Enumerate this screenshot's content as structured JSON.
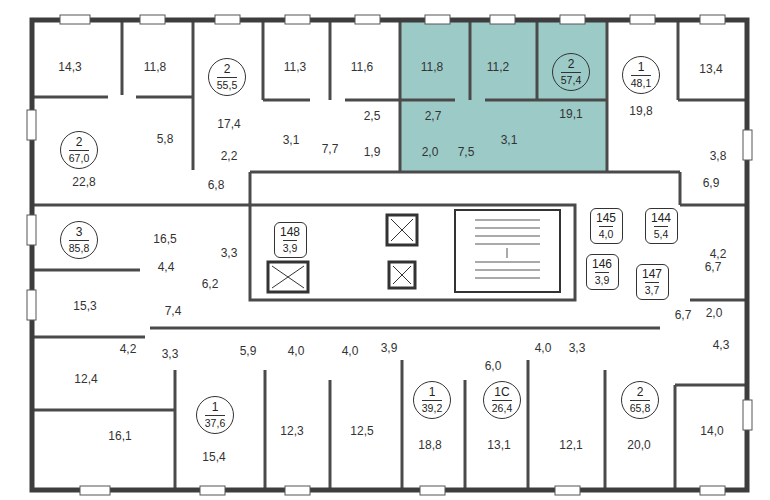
{
  "diagram": {
    "nodes": [
      {
        "text": [
          "2",
          "55,5"
        ]
      },
      {
        "text": [
          "2",
          "57,4"
        ]
      },
      {
        "text": [
          "1",
          "48,1"
        ]
      },
      {
        "text": [
          "2",
          "67,0"
        ]
      },
      {
        "text": [
          "148",
          "3,9"
        ]
      },
      {
        "text": [
          "145",
          "4,0"
        ]
      },
      {
        "text": [
          "144",
          "5,4"
        ]
      },
      {
        "text": [
          "3",
          "85,8"
        ]
      },
      {
        "text": [
          "146",
          "3,9"
        ]
      },
      {
        "text": [
          "147",
          "3,7"
        ]
      },
      {
        "text": [
          "1",
          "37,6"
        ]
      },
      {
        "text": [
          "1",
          "39,2"
        ]
      },
      {
        "text": [
          "1С",
          "26,4"
        ]
      },
      {
        "text": [
          "2",
          "65,8"
        ]
      }
    ],
    "labels": [
      "14,3",
      "11,8",
      "11,3",
      "11,6",
      "11,8",
      "11,2",
      "13,4",
      "17,4",
      "2,5",
      "2,7",
      "19,1",
      "19,8",
      "5,8",
      "3,1",
      "7,7",
      "1,9",
      "2,0",
      "7,5",
      "3,1",
      "3,8",
      "2,2",
      "22,8",
      "6,8",
      "6,9",
      "16,5",
      "4,4",
      "3,3",
      "4,2",
      "6,2",
      "6,7",
      "15,3",
      "7,4",
      "6,7",
      "2,0",
      "4,2",
      "3,3",
      "5,9",
      "4,0",
      "4,0",
      "3,9",
      "4,0",
      "3,3",
      "4,3",
      "6,0",
      "12,4",
      "12,3",
      "12,5",
      "18,8",
      "13,1",
      "12,1",
      "20,0",
      "14,0",
      "16,1",
      "15,4"
    ]
  }
}
